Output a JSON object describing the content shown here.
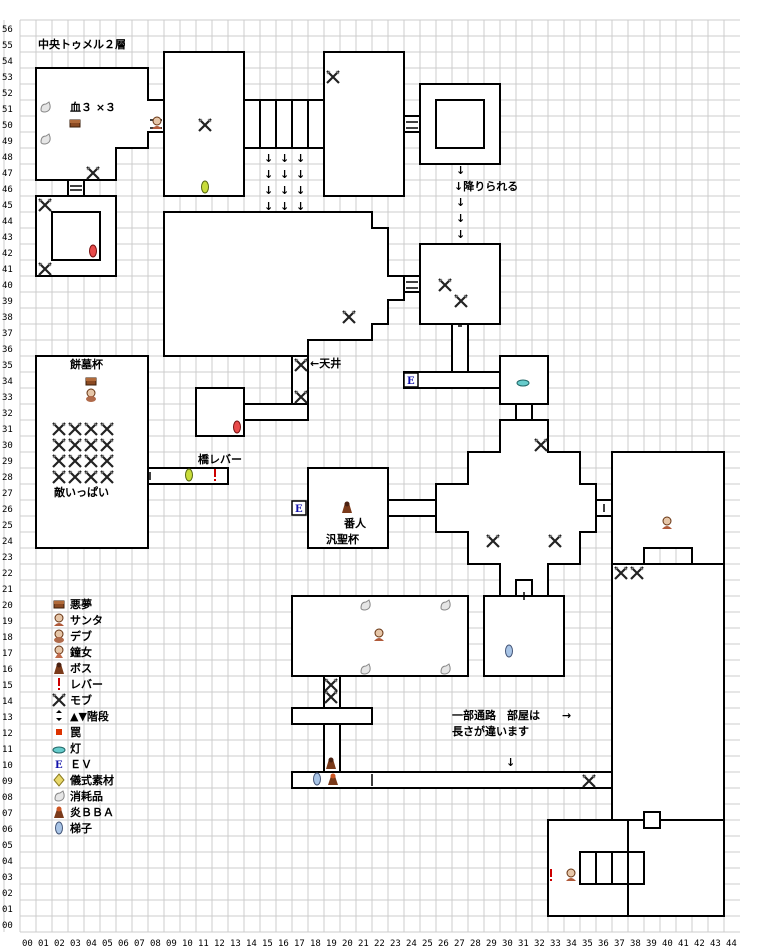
{
  "map": {
    "title": "中央トゥメル２層",
    "grid": {
      "cols": 45,
      "rows": 57,
      "cell": 16
    }
  },
  "labels": {
    "blood": "血３ ×３",
    "descend": "↓降りられる",
    "ceiling": "←天井",
    "cup1": "餅墓杯",
    "lever_bridge": "橋レバー",
    "enemies_full": "敵いっぱい",
    "guard": "番人",
    "cup2": "汎聖杯",
    "note_line1": "一部通路　部屋は　　→",
    "note_line2": "長さが違います",
    "ev": "E"
  },
  "legend": [
    {
      "icon": "chest-icon",
      "label": "悪夢"
    },
    {
      "icon": "santa-icon",
      "label": "サンタ"
    },
    {
      "icon": "fat-icon",
      "label": "デブ"
    },
    {
      "icon": "bell-woman-icon",
      "label": "鐘女"
    },
    {
      "icon": "boss-icon",
      "label": "ボス"
    },
    {
      "icon": "lever-icon",
      "label": "レバー"
    },
    {
      "icon": "mob-icon",
      "label": "モブ"
    },
    {
      "icon": "stairs-icon",
      "label": "▲▼階段"
    },
    {
      "icon": "trap-icon",
      "label": "罠"
    },
    {
      "icon": "lamp-icon",
      "label": "灯"
    },
    {
      "icon": "ev-icon",
      "label": "ＥＶ"
    },
    {
      "icon": "ritual-icon",
      "label": "儀式素材"
    },
    {
      "icon": "consumable-icon",
      "label": "消耗品"
    },
    {
      "icon": "fire-bba-icon",
      "label": "炎ＢＢＡ"
    },
    {
      "icon": "ladder-icon",
      "label": "梯子"
    }
  ],
  "colors": {
    "wall": "#000000",
    "grid": "#cccccc",
    "lever": "#cc0000",
    "ladder": "#a8c4e6",
    "lamp": "#66cccc",
    "ev": "#1111aa"
  }
}
